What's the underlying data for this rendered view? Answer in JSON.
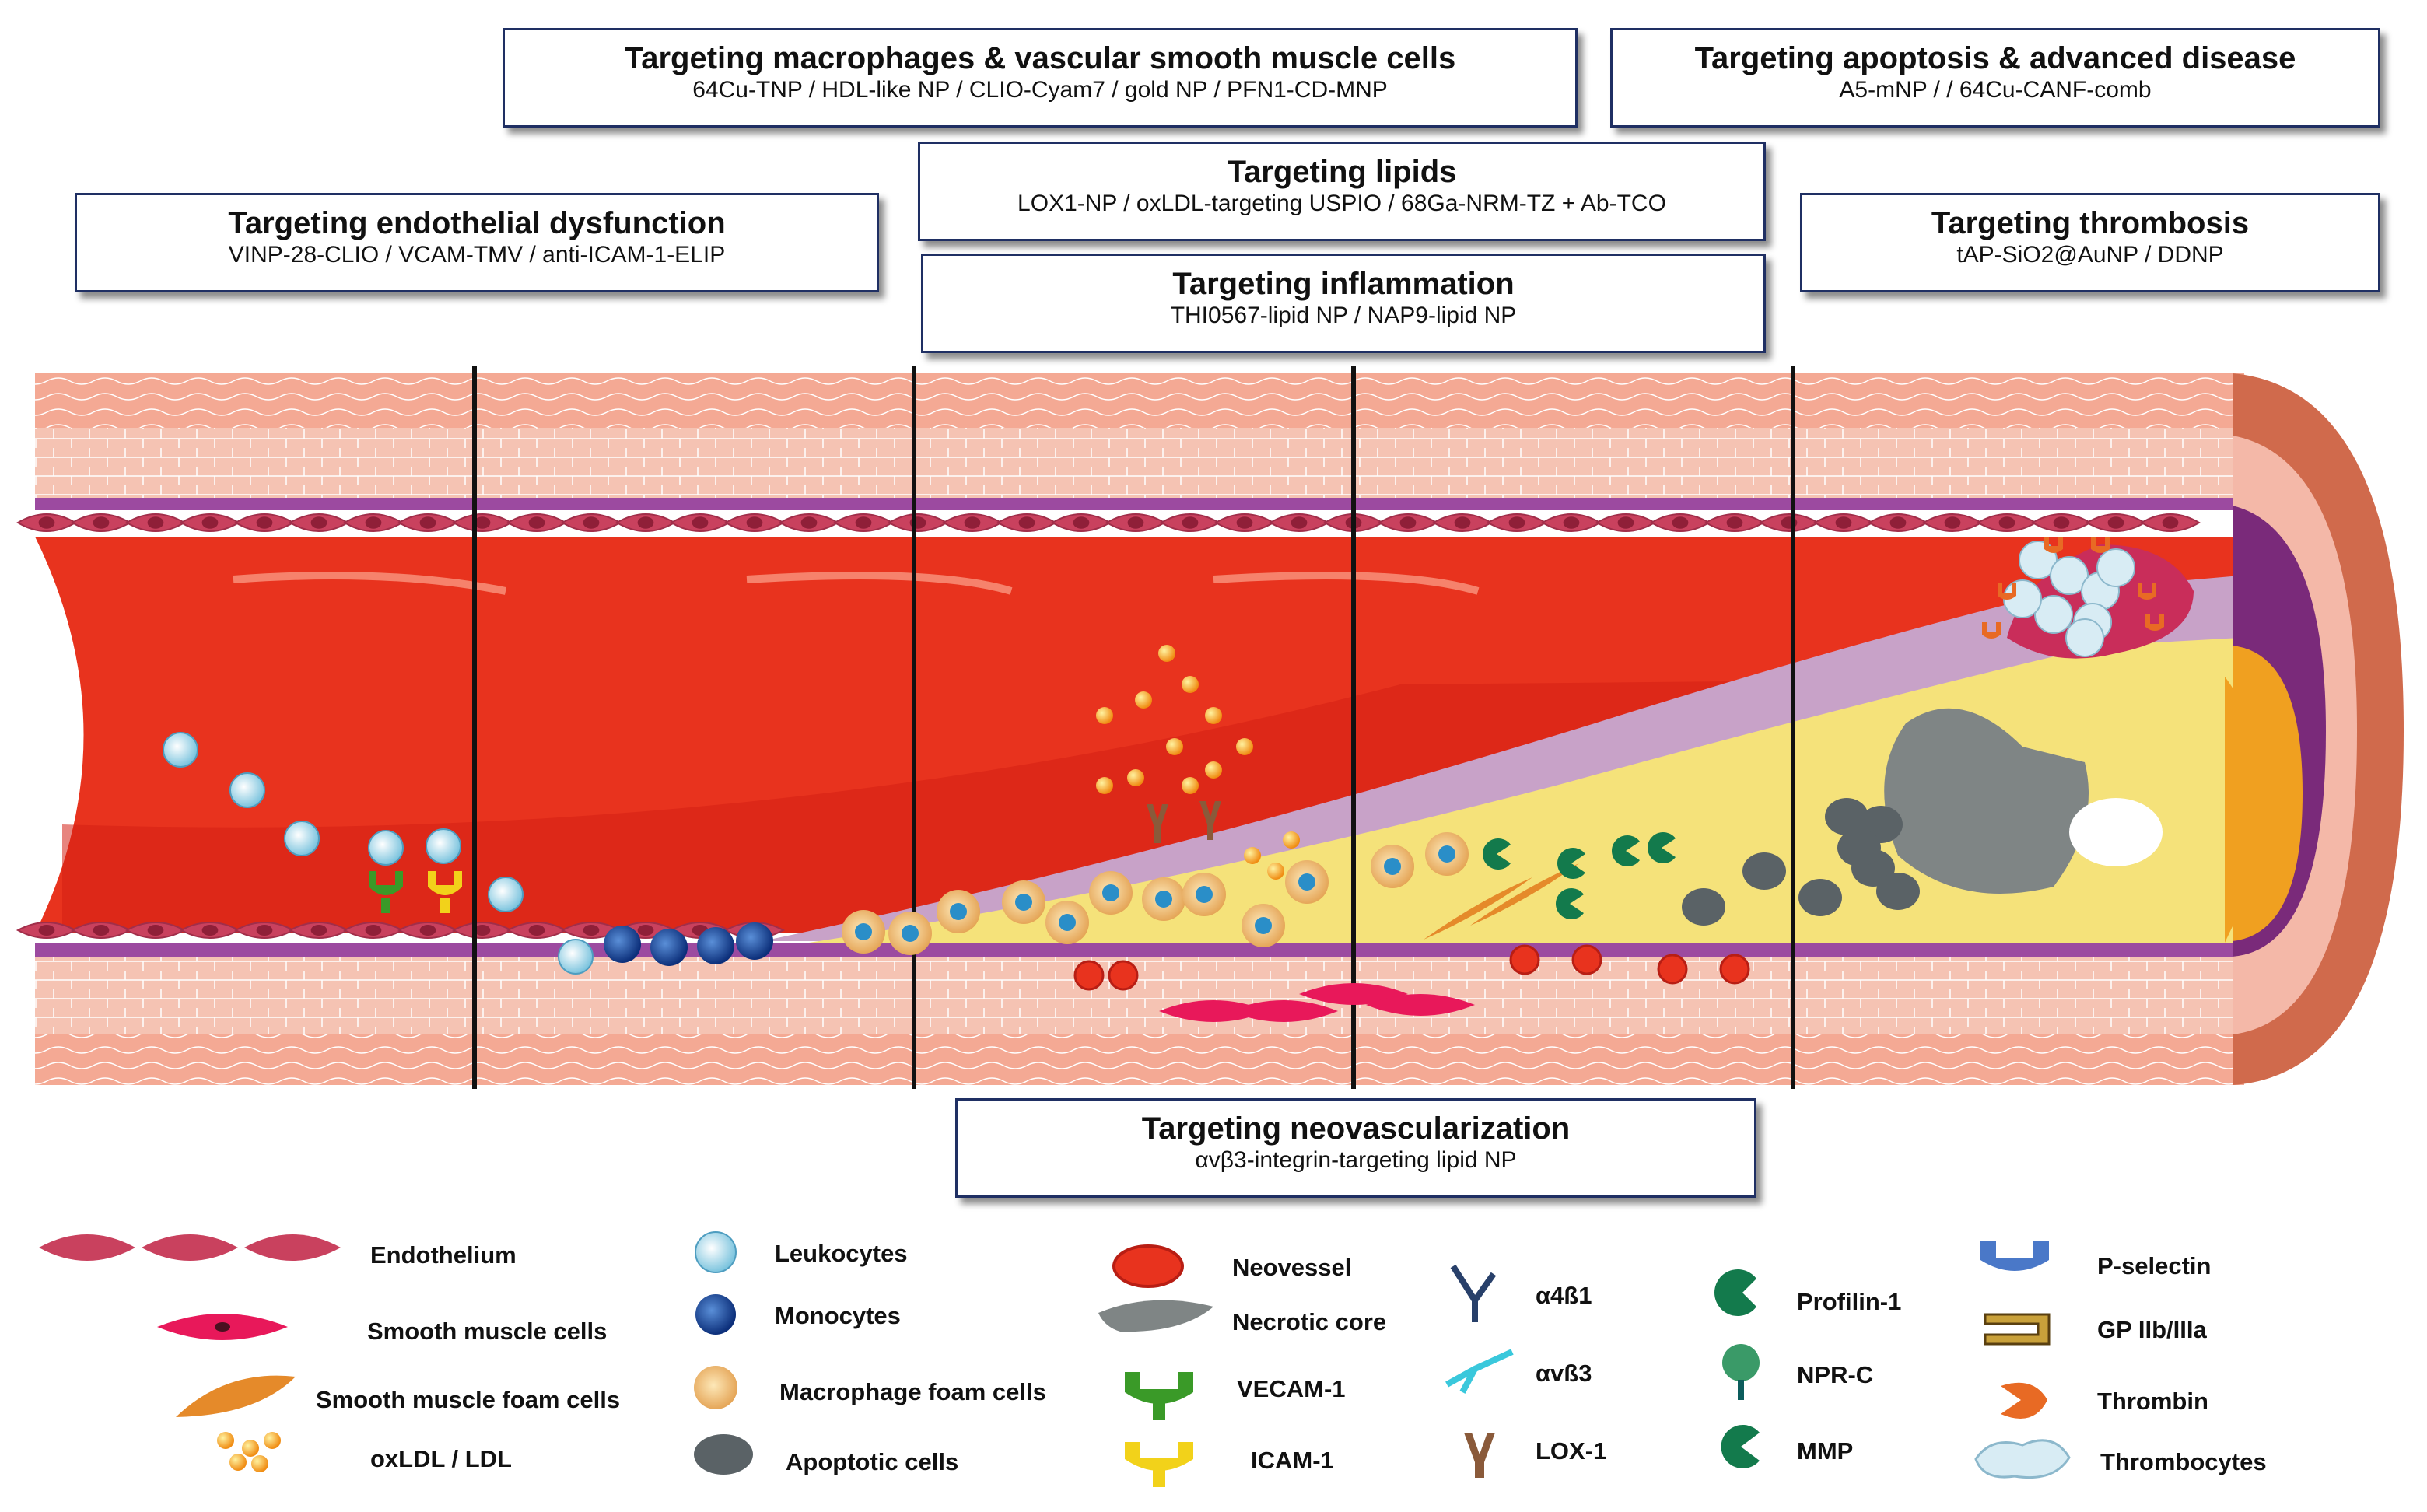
{
  "boxes": {
    "macrophages": {
      "title": "Targeting macrophages & vascular smooth muscle cells",
      "subtitle": "64Cu-TNP / HDL-like NP / CLIO-Cyam7 / gold NP / PFN1-CD-MNP"
    },
    "apoptosis": {
      "title": "Targeting apoptosis & advanced disease",
      "subtitle": "A5-mNP / / 64Cu-CANF-comb"
    },
    "lipids": {
      "title": "Targeting lipids",
      "subtitle": "LOX1-NP / oxLDL-targeting USPIO / 68Ga-NRM-TZ + Ab-TCO"
    },
    "endothelial": {
      "title": "Targeting endothelial dysfunction",
      "subtitle": "VINP-28-CLIO / VCAM-TMV / anti-ICAM-1-ELIP"
    },
    "thrombosis": {
      "title": "Targeting thrombosis",
      "subtitle": "tAP-SiO2@AuNP / DDNP"
    },
    "inflammation": {
      "title": "Targeting inflammation",
      "subtitle": "THI0567-lipid NP / NAP9-lipid NP"
    },
    "neovascularization": {
      "title": "Targeting neovascularization",
      "subtitle": "αvβ3-integrin-targeting lipid NP"
    }
  },
  "legend": {
    "endothelium": "Endothelium",
    "smooth_muscle": "Smooth muscle cells",
    "sm_foam": "Smooth muscle foam cells",
    "oxldl": "oxLDL / LDL",
    "leukocytes": "Leukocytes",
    "monocytes": "Monocytes",
    "macrophage_foam": "Macrophage foam cells",
    "apoptotic": "Apoptotic cells",
    "neovessel": "Neovessel",
    "necrotic": "Necrotic core",
    "vecam": "VECAM-1",
    "icam": "ICAM-1",
    "a4b1": "α4ß1",
    "avb3": "αvß3",
    "lox1": "LOX-1",
    "profilin": "Profilin-1",
    "nprc": "NPR-C",
    "mmp": "MMP",
    "pselectin": "P-selectin",
    "gp": "GP IIb/IIIa",
    "thrombin": "Thrombin",
    "thrombocytes": "Thrombocytes"
  },
  "colors": {
    "box_border": "#1f2f63",
    "lumen": "#e8331e",
    "intima": "#c8a2c8",
    "endothelium": "#c9415e",
    "media": "#f4b8a8",
    "plaque": "#f5e27a",
    "necrotic": "#7f8585",
    "smooth_muscle": "#e8185a",
    "foam": "#e58a2a",
    "vecam": "#3a9a28",
    "icam": "#f2d21a",
    "profilin": "#137a4c",
    "pselectin": "#4a78c8",
    "thrombin": "#e86a24",
    "thrombocytes": "#d8ecf4"
  }
}
